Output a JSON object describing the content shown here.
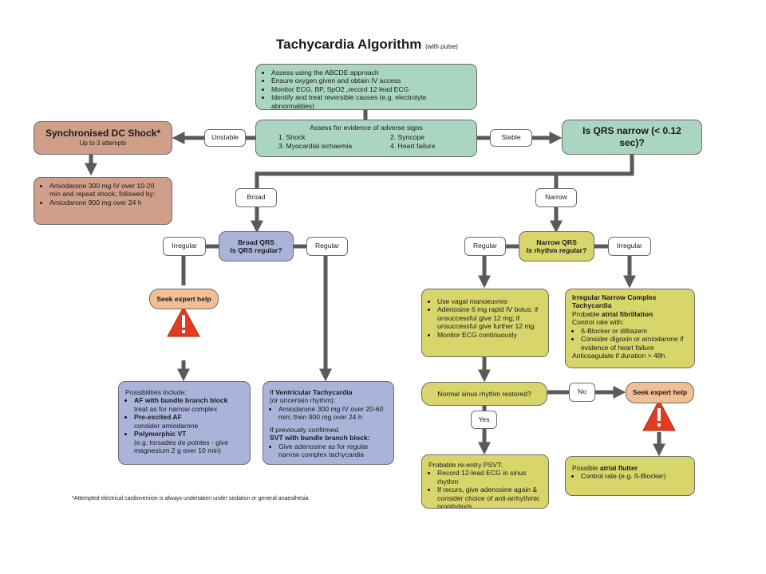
{
  "title": "Tachycardia Algorithm",
  "title_suffix": "(with pulse)",
  "assess_box": {
    "items": [
      "Assess using the ABCDE approach",
      "Ensure oxygen given and obtain IV access",
      "Monitor ECG, BP, SpO2 ,record 12 lead ECG",
      "Identify and treat reversible causes (e.g. electrolyte abnormalities)"
    ]
  },
  "adverse_box": {
    "heading": "Assess for evidence of adverse signs",
    "signs": [
      "1. Shock",
      "2. Syncope",
      "3. Myocardial ischaemia",
      "4. Heart failure"
    ]
  },
  "unstable_label": "Unstable",
  "stable_label": "Stable",
  "shock_box": {
    "title": "Synchronised DC Shock*",
    "subtitle": "Up to 3 attempts"
  },
  "amiodarone_box": {
    "items": [
      "Amiodarone 300 mg IV over 10-20 min and repeat shock; followed by:",
      "Amiodarone 900 mg over 24 h"
    ]
  },
  "qrs_narrow_box": "Is QRS narrow (< 0.12 sec)?",
  "broad_label": "Broad",
  "narrow_label": "Narrow",
  "broad_qrs_box": {
    "line1": "Broad QRS",
    "line2": "Is QRS regular?"
  },
  "narrow_qrs_box": {
    "line1": "Narrow QRS",
    "line2": "Is rhythm regular?"
  },
  "irregular_label_left": "Irregular",
  "regular_label_left": "Regular",
  "regular_label_right": "Regular",
  "irregular_label_right": "Irregular",
  "seek_help_left": "Seek expert help",
  "seek_help_right": "Seek expert help",
  "possibilities_box": {
    "heading": "Possibilities include:",
    "items": [
      {
        "bold": "AF with bundle branch block",
        "text": "treat as for narrow complex"
      },
      {
        "bold": "Pre-excited AF",
        "text": "consider amiodarone"
      },
      {
        "bold": "Polymorphic VT",
        "text": "(e.g. torsades de pointes - give magnesium 2 g over 10 min)"
      }
    ]
  },
  "vt_box": {
    "line1_prefix": "If ",
    "line1_bold": "Ventricular Tachycardia",
    "line2": "(or uncertain rhythm):",
    "item1": "Amiodarone 300 mg IV over 20-60 min; then 900 mg over 24 h",
    "line3": "If previously confirmed",
    "line4_bold": "SVT with bundle branch block:",
    "item2": "Give adenosine as for regular narrow complex tachycardia"
  },
  "vagal_box": {
    "items": [
      "Use vagal manoeuvres",
      "Adenosine 6 mg rapid IV bolus; if unsuccessful give 12 mg; if unsuccessful give further 12 mg.",
      "Monitor ECG continuously"
    ]
  },
  "irregular_narrow_box": {
    "title": "Irregular Narrow Complex Tachycardia",
    "line_prefix": "Probable ",
    "line_bold": "atrial fibrillation",
    "line2": "Control rate with:",
    "items": [
      "ß-Blocker or diltiazem",
      "Consider digoxin or amiodarone if evidence of heart failure"
    ],
    "line3": "Anticoagulate if duration > 48h"
  },
  "nsr_box": "Normal sinus rhythm restored?",
  "no_label": "No",
  "yes_label": "Yes",
  "psvt_box": {
    "title": "Probable re-entry PSVT:",
    "items": [
      "Record 12-lead ECG in sinus rhythm",
      "If recurs, give adenosine again & consider choice of anti-arrhythmic prophylaxis"
    ]
  },
  "flutter_box": {
    "line_prefix": "Possible ",
    "line_bold": "atrial flutter",
    "items": [
      "Control rate (e.g. ß-Blocker)"
    ]
  },
  "footnote": "*Attempted electrical cardioversion is always undertaken under sedation or general anaesthesia",
  "colors": {
    "green": "#a9d5c1",
    "brown": "#cf9f8a",
    "blue": "#aab3d9",
    "yellow": "#d8d56a",
    "orange": "#f2bf95",
    "arrow": "#5a5a5a",
    "warning": "#e23b22"
  }
}
